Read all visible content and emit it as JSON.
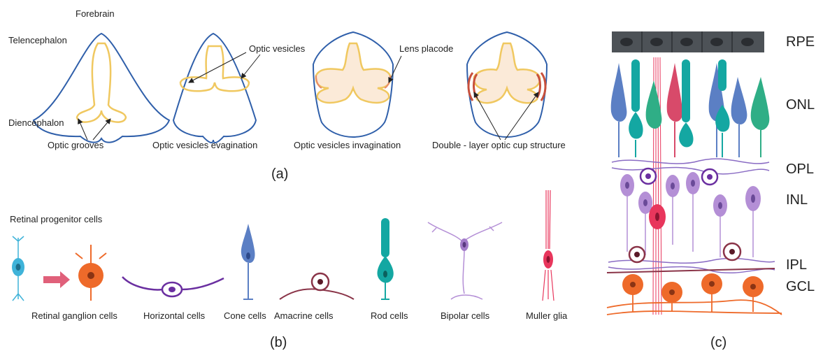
{
  "panel_a": {
    "caption": "(a)",
    "forebrain": "Forebrain",
    "telencephalon": "Telencephalon",
    "diencephalon": "Diencephalon",
    "optic_vesicles": "Optic vesicles",
    "lens_placode": "Lens placode",
    "stages": [
      "Optic grooves",
      "Optic vesicles evagination",
      "Optic vesicles invagination",
      "Double - layer optic cup structure"
    ]
  },
  "panel_b": {
    "caption": "(b)",
    "progenitor": "Retinal progenitor cells",
    "cells": [
      "Retinal ganglion cells",
      "Horizontal cells",
      "Cone cells",
      "Amacrine cells",
      "Rod cells",
      "Bipolar cells",
      "Muller glia"
    ]
  },
  "panel_c": {
    "caption": "(c)",
    "layers": [
      "RPE",
      "ONL",
      "OPL",
      "INL",
      "IPL",
      "GCL"
    ]
  },
  "colors": {
    "brain_outline": "#2f5faa",
    "optic_yellow": "#f0c860",
    "optic_red": "#c8503c",
    "cone_blue": "#5b7fc4",
    "rod_teal": "#14a7a2",
    "ganglion_orange": "#ee6a2a",
    "bipolar_lilac": "#b48fd6",
    "horizontal_purple": "#6a2fa0",
    "amacrine_maroon": "#8a3448",
    "muller_pink": "#e8365c",
    "progenitor_blue": "#3fb3d9",
    "rpe_gray": "#4d5257",
    "green_cone": "#2fae86",
    "arrow_pink": "#e0607a"
  }
}
